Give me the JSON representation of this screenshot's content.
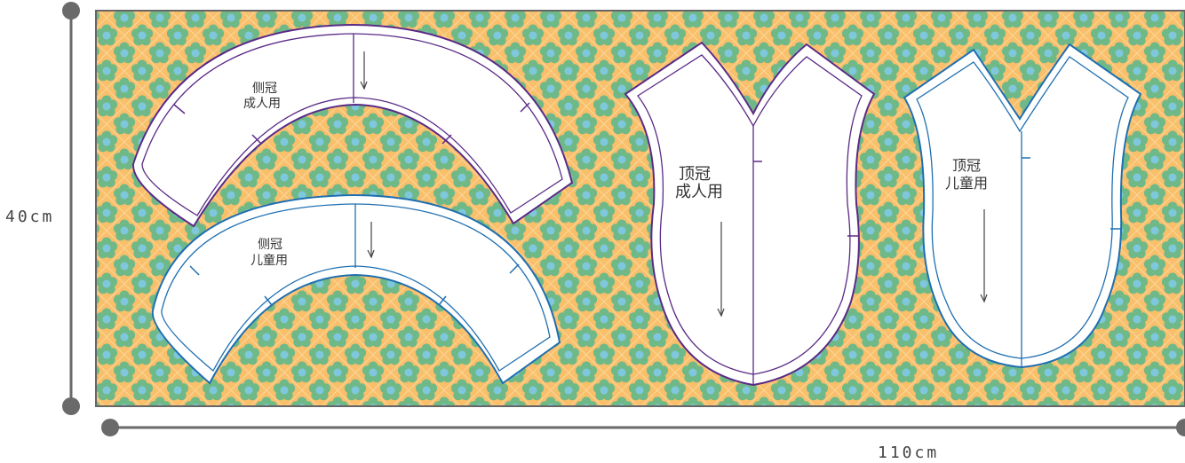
{
  "colors": {
    "fabric_bg": "#f9bf6b",
    "flower_petal": "#6fb989",
    "flower_center": "#7fc7dc",
    "fabric_border": "#666666",
    "adult_outline": "#5a2a86",
    "child_outline": "#1f6fb0",
    "dimension_line": "#6a6a6a"
  },
  "dimensions": {
    "height_label": "40cm",
    "width_label": "110cm"
  },
  "pieces": {
    "side_adult": {
      "line1": "侧冠",
      "line2": "成人用"
    },
    "side_child": {
      "line1": "侧冠",
      "line2": "儿童用"
    },
    "top_adult": {
      "line1": "顶冠",
      "line2": "成人用"
    },
    "top_child": {
      "line1": "顶冠",
      "line2": "儿童用"
    }
  }
}
